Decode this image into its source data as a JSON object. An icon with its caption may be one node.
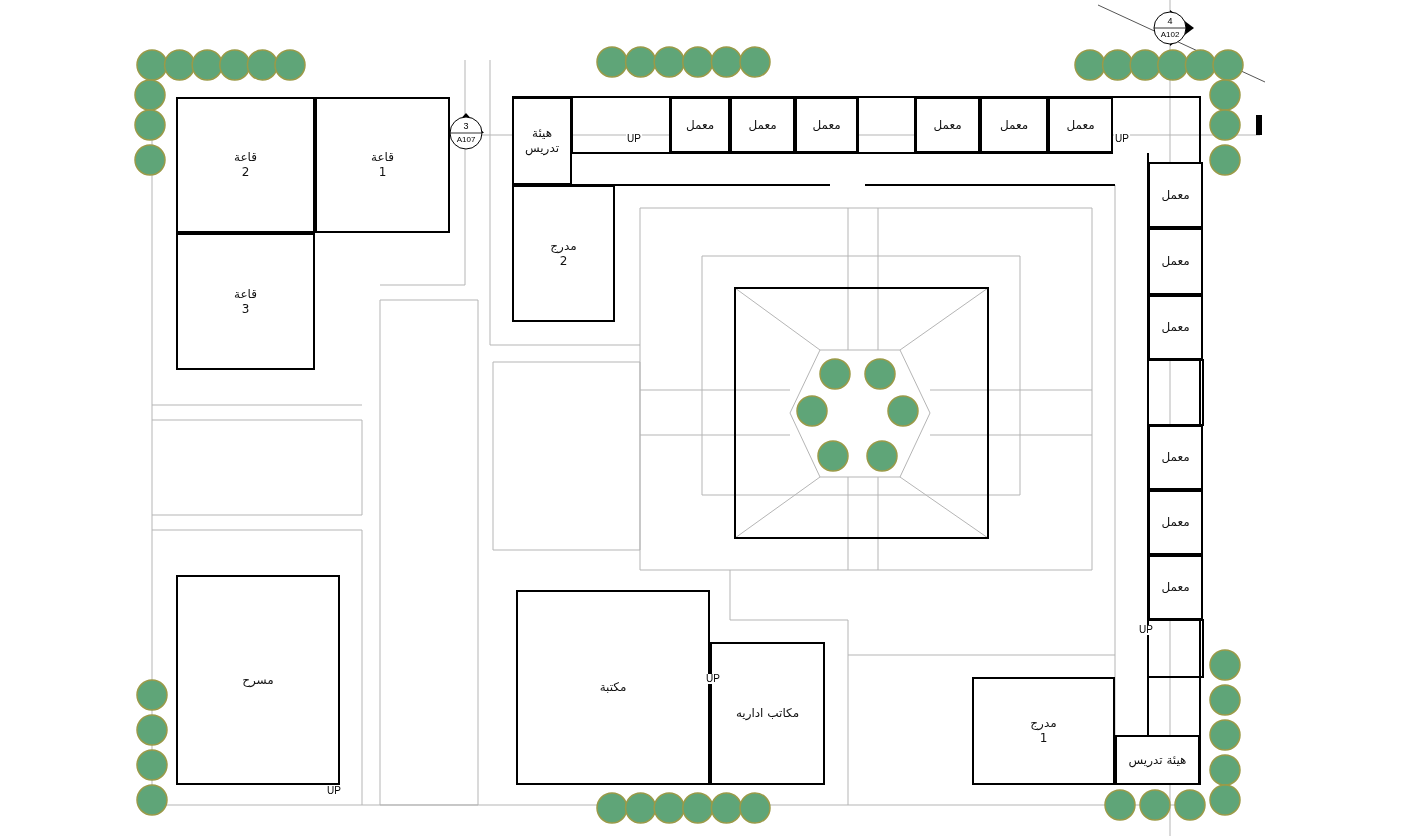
{
  "diagram": {
    "nodes": [
      {
        "text": [
          "قاعة 2"
        ]
      },
      {
        "text": [
          "قاعة 1"
        ]
      },
      {
        "text": [
          "قاعة 3"
        ]
      },
      {
        "text": [
          "هيئة تدريس"
        ]
      },
      {
        "text": [
          "معمل"
        ]
      },
      {
        "text": [
          "معمل"
        ]
      },
      {
        "text": [
          "معمل"
        ]
      },
      {
        "text": [
          "معمل"
        ]
      },
      {
        "text": [
          "معمل"
        ]
      },
      {
        "text": [
          "معمل"
        ]
      },
      {
        "text": [
          "مدرج 2"
        ]
      },
      {
        "text": [
          "معمل"
        ]
      },
      {
        "text": [
          "معمل"
        ]
      },
      {
        "text": [
          "معمل"
        ]
      },
      {
        "text": [
          "معمل"
        ]
      },
      {
        "text": [
          "معمل"
        ]
      },
      {
        "text": [
          "معمل"
        ]
      },
      {
        "text": [
          "مسرح"
        ]
      },
      {
        "text": [
          "مكتبة"
        ]
      },
      {
        "text": [
          "مكاتب اداريه"
        ]
      },
      {
        "text": [
          "مدرج 1"
        ]
      },
      {
        "text": [
          "هيئة تدريس"
        ]
      }
    ],
    "labels": [
      "4",
      "A102",
      "3",
      "A107",
      "UP",
      "UP",
      "UP",
      "UP",
      "UP"
    ]
  }
}
